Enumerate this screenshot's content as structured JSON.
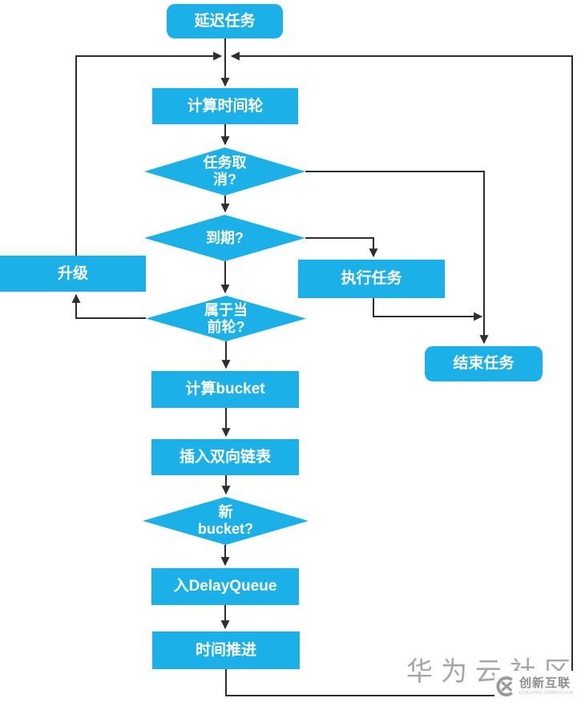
{
  "colors": {
    "node_fill": "#1BB1E8",
    "node_text": "#FFFFFF",
    "edge": "#2E2E2E",
    "watermark_text": "#A6A6A6",
    "logo_gray": "#9A9A9A"
  },
  "nodes": {
    "start": "延迟任务",
    "compute_wheel": "计算时间轮",
    "task_cancel": "任务取\n消?",
    "expired": "到期?",
    "upgrade": "升级",
    "execute": "执行任务",
    "current_wheel": "属于当\n前轮?",
    "end_task": "结束任务",
    "compute_bucket": "计算bucket",
    "insert_list": "插入双向链表",
    "new_bucket": "新\nbucket?",
    "delay_queue": "入DelayQueue",
    "time_advance": "时间推进"
  },
  "watermark": {
    "site_text": "华为云社区",
    "logo_text": "创新互联",
    "logo_subtext": "CHUANG XINHULIAN"
  }
}
